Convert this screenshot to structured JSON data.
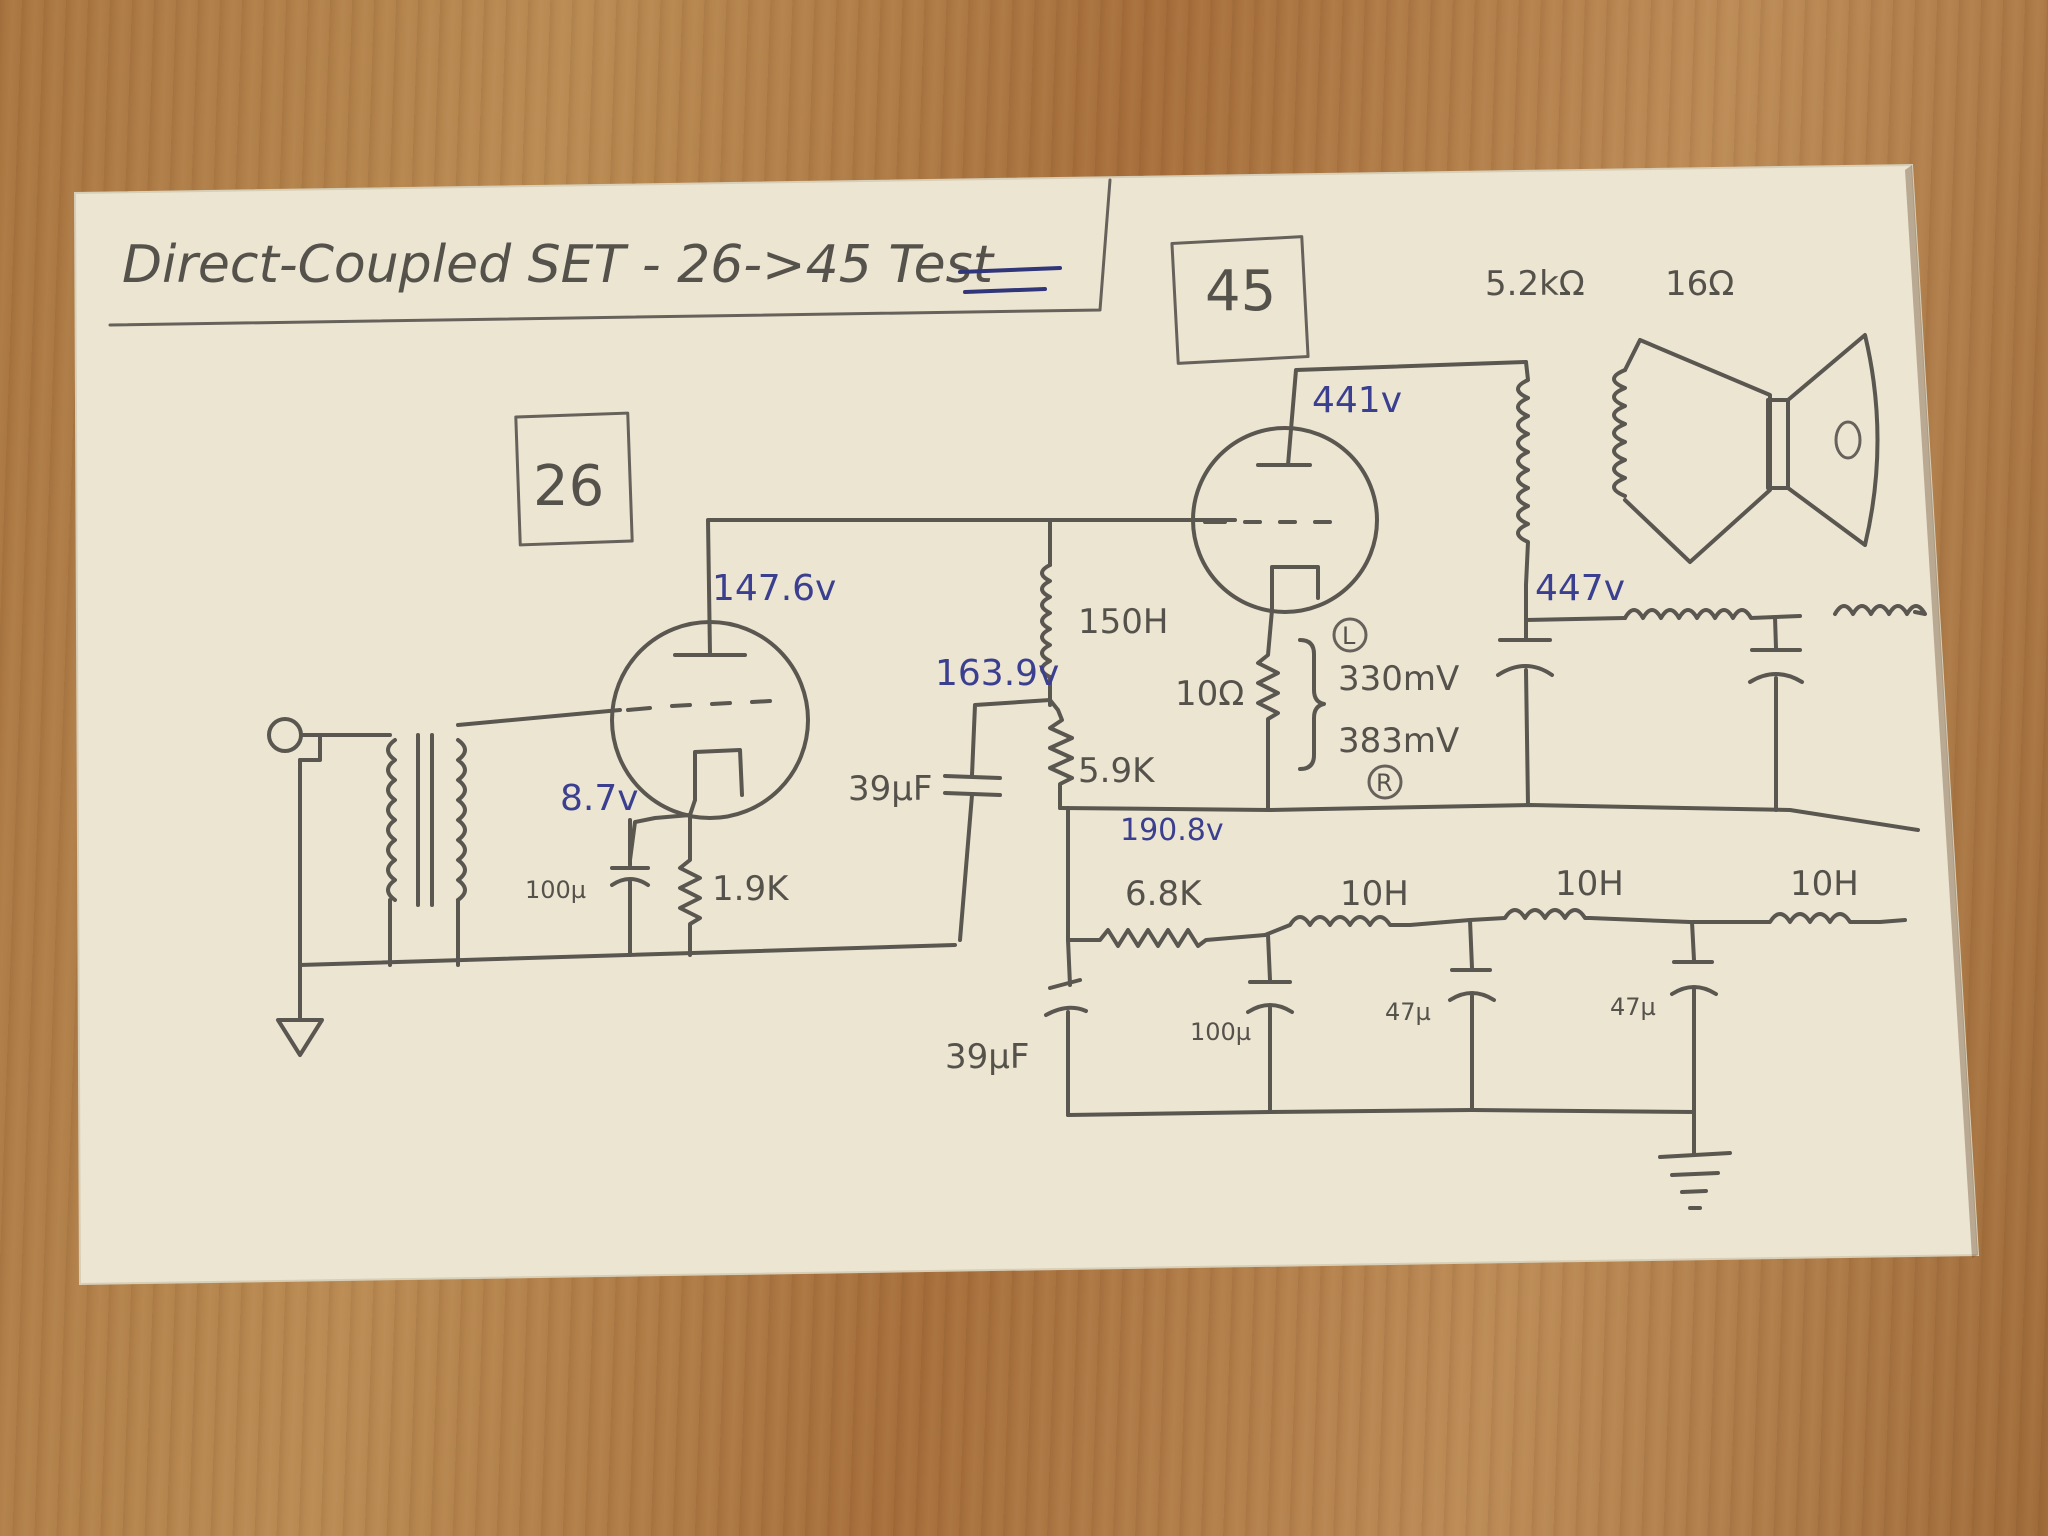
{
  "title": "Direct-Coupled SET - 26->45 Test",
  "tubes": {
    "driver": "26",
    "output": "45"
  },
  "transformer_rating": {
    "primary": "5.2kΩ",
    "secondary": "16Ω"
  },
  "voltages": {
    "v26_plate": "147.6v",
    "v26_cathode": "8.7v",
    "v45_plate": "441v",
    "b_plus_top": "447v",
    "node_163": "163.9v",
    "node_190": "190.8v"
  },
  "components": {
    "choke_150h": "150H",
    "r_5k9": "5.9K",
    "r_1k9": "1.9K",
    "c_100u_cathode": "100µ",
    "c_39uf_coupling": "39µF",
    "c_39uf_bottom": "39µF",
    "r_10ohm": "10Ω",
    "r_6k8": "6.8K",
    "l1": "10H",
    "l2": "10H",
    "l3": "10H",
    "c_100u": "100µ",
    "c_47u_1": "47µ",
    "c_47u_2": "47µ"
  },
  "measurements": {
    "left_label": "L",
    "left_value": "330mV",
    "right_label": "R",
    "right_value": "383mV"
  }
}
